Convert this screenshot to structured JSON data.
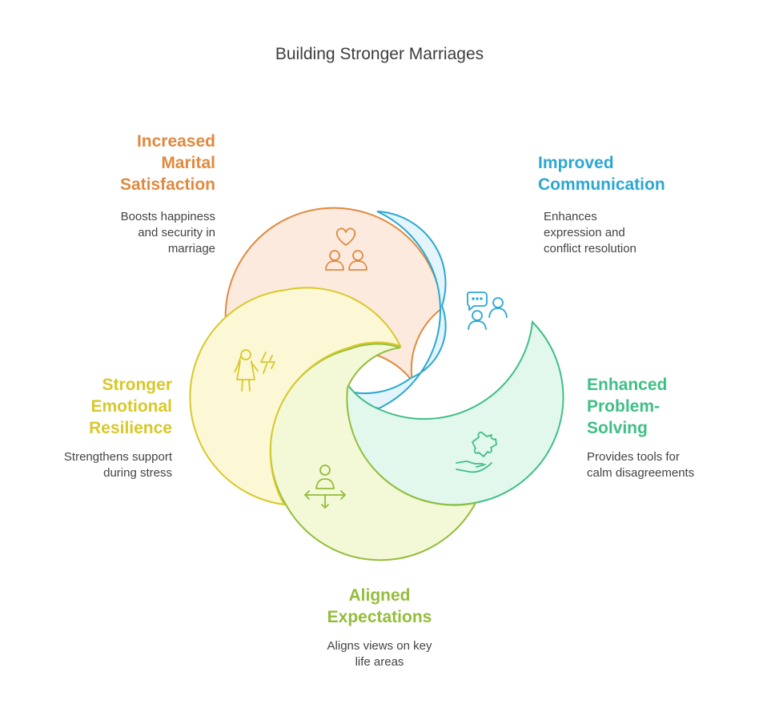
{
  "title": "Building Stronger Marriages",
  "segments": [
    {
      "id": "marital-satisfaction",
      "heading": "Increased\nMarital\nSatisfaction",
      "description": "Boosts happiness\nand security in\nmarriage",
      "icon": "couple-heart-icon",
      "color": "#e0893e",
      "fill": "#fdeadf"
    },
    {
      "id": "communication",
      "heading": "Improved\nCommunication",
      "description": "Enhances\nexpression and\nconflict resolution",
      "icon": "conversation-icon",
      "color": "#2aa7d2",
      "fill": "#e4f4fb"
    },
    {
      "id": "problem-solving",
      "heading": "Enhanced\nProblem-\nSolving",
      "description": "Provides tools for\ncalm disagreements",
      "icon": "puzzle-hand-icon",
      "color": "#3fbf86",
      "fill": "#e3f8ec"
    },
    {
      "id": "expectations",
      "heading": "Aligned\nExpectations",
      "description": "Aligns views on key\nlife areas",
      "icon": "person-arrows-icon",
      "color": "#93bd3b",
      "fill": "#f3f8d6"
    },
    {
      "id": "resilience",
      "heading": "Stronger\nEmotional\nResilience",
      "description": "Strengthens support\nduring stress",
      "icon": "resilient-person-icon",
      "color": "#d8c82a",
      "fill": "#fcf8d5"
    }
  ]
}
